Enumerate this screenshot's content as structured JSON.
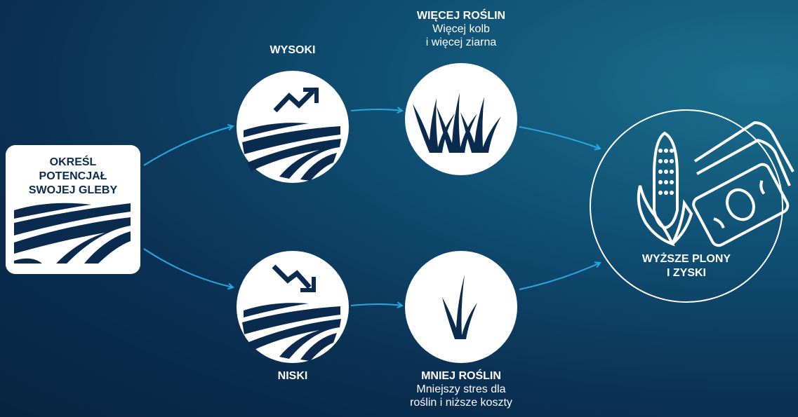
{
  "start": {
    "line1": "OKREŚL",
    "line2": "POTENCJAŁ",
    "line3": "SWOJEJ GLEBY"
  },
  "high": {
    "title": "WYSOKI"
  },
  "low": {
    "title": "NISKI"
  },
  "more_plants": {
    "title": "WIĘCEJ ROŚLIN",
    "line1": "Więcej kolb",
    "line2": "i więcej ziarna"
  },
  "fewer_plants": {
    "title": "MNIEJ ROŚLIN",
    "line1": "Mniejszy stres dla",
    "line2": "roślin i niższe koszty"
  },
  "result": {
    "line1": "WYŻSZE PLONY",
    "line2": "I ZYSKI"
  },
  "colors": {
    "arrow": "#29a8e0",
    "icon": "#0b2b4e",
    "circle": "#ffffff"
  },
  "icons": [
    "field-icon",
    "trend-up-icon",
    "trend-down-icon",
    "grass-icon",
    "corn-icon",
    "money-icon"
  ]
}
